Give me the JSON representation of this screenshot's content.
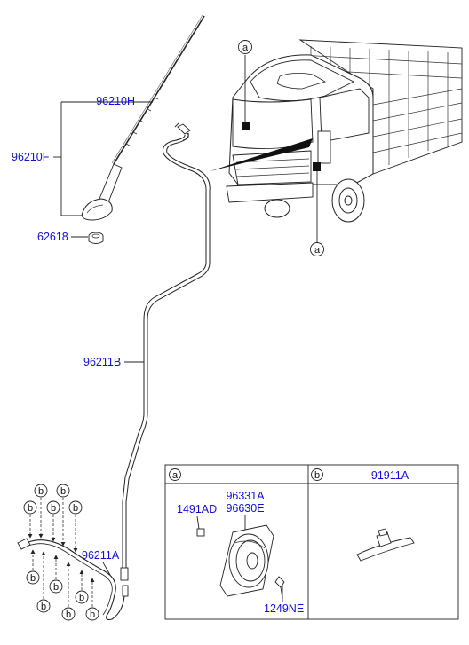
{
  "parts": {
    "antenna_rod": "96210H",
    "antenna_assy": "96210F",
    "antenna_nut": "62618",
    "feeder_cable": "96211B",
    "extension_cable": "96211A"
  },
  "markers": {
    "a": "a",
    "b": "b"
  },
  "detail_table": {
    "a_header": "a",
    "b_header": "b",
    "b_title": "91911A",
    "screw": "1491AD",
    "speaker_line1": "96331A",
    "speaker_line2": "96630E",
    "bolt": "1249NE"
  }
}
